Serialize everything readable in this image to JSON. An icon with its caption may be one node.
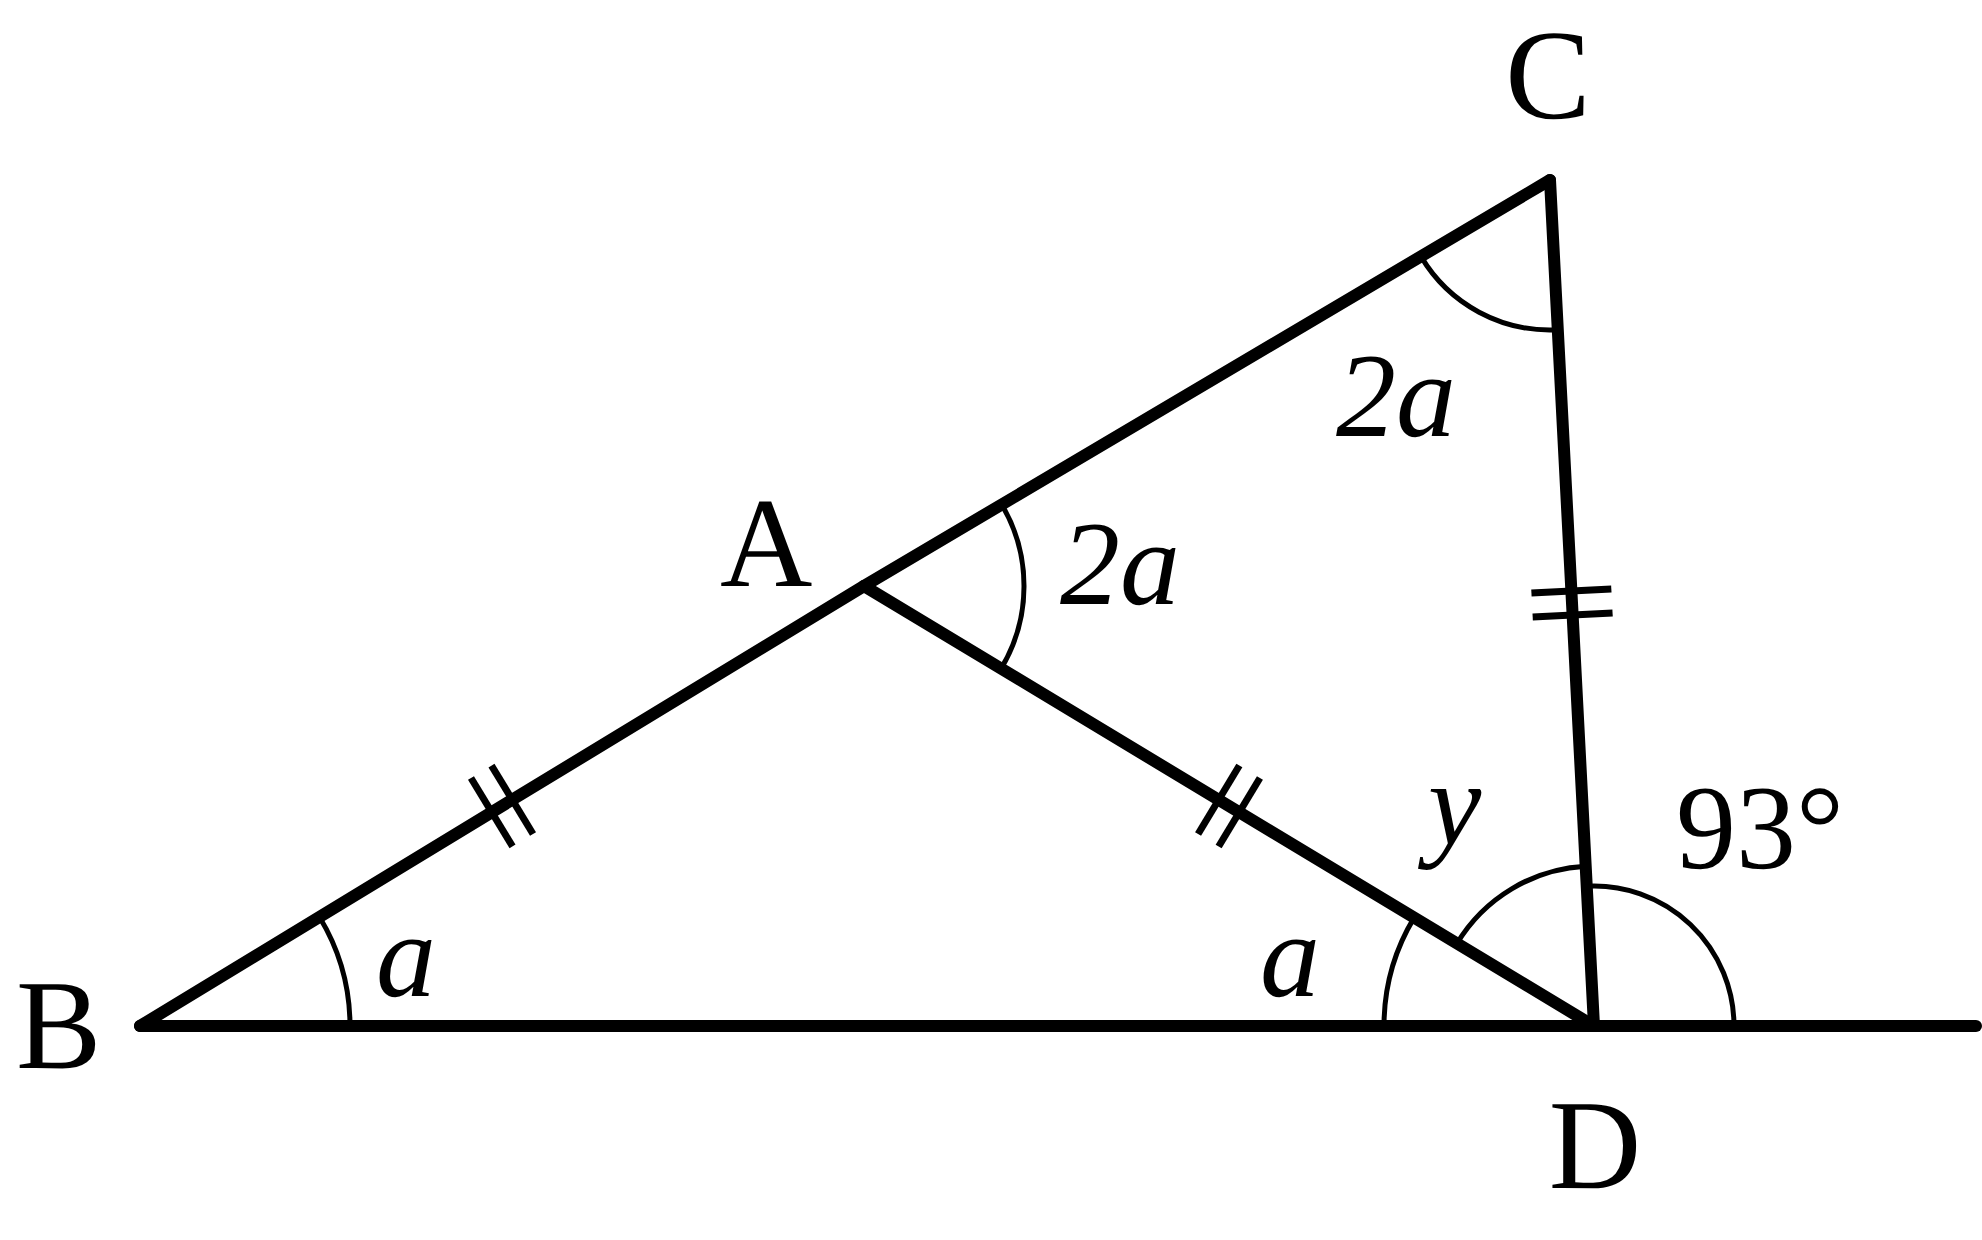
{
  "diagram": {
    "nodes": [
      {
        "text": [
          "A"
        ]
      },
      {
        "text": [
          "B"
        ]
      },
      {
        "text": [
          "C"
        ]
      },
      {
        "text": [
          "D"
        ]
      }
    ],
    "edges": [
      {
        "from": 1,
        "to": 0,
        "arrow": "none"
      },
      {
        "from": 0,
        "to": 2,
        "arrow": "none"
      },
      {
        "from": 2,
        "to": 3,
        "arrow": "none"
      },
      {
        "from": 1,
        "to": 3,
        "arrow": "none"
      },
      {
        "from": 0,
        "to": 3,
        "arrow": "none"
      },
      {
        "from": 3,
        "to": null,
        "arrow": "none"
      }
    ],
    "labels": [
      "2a",
      "2a",
      "y",
      "93°",
      "a",
      "a"
    ]
  }
}
